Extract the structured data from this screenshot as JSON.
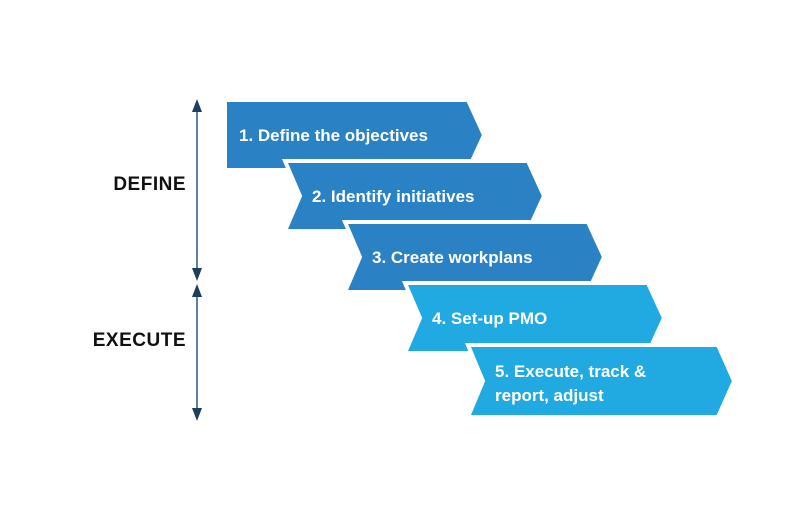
{
  "diagram": {
    "phases": [
      {
        "label": "DEFINE"
      },
      {
        "label": "EXECUTE"
      }
    ],
    "steps": [
      {
        "label": "1. Define the objectives",
        "lines": [
          "1. Define the objectives"
        ],
        "phase": "DEFINE",
        "color": "#2A81C4"
      },
      {
        "label": "2. Identify initiatives",
        "lines": [
          "2. Identify initiatives"
        ],
        "phase": "DEFINE",
        "color": "#2A81C4"
      },
      {
        "label": "3. Create workplans",
        "lines": [
          "3. Create workplans"
        ],
        "phase": "DEFINE",
        "color": "#2A81C4"
      },
      {
        "label": "4. Set-up PMO",
        "lines": [
          "4. Set-up PMO"
        ],
        "phase": "EXECUTE",
        "color": "#21A9E1"
      },
      {
        "label": "5. Execute, track & report, adjust",
        "lines": [
          "5. Execute, track &",
          "report, adjust"
        ],
        "phase": "EXECUTE",
        "color": "#21A9E1"
      }
    ],
    "colors": {
      "step_dark": "#2A81C4",
      "step_light": "#21A9E1",
      "step_text": "#FFFFFF",
      "phase_text": "#111111",
      "span_arrow_line": "#5E81A5",
      "span_arrow_head": "#1F3D5C",
      "background": "#FFFFFF"
    }
  }
}
